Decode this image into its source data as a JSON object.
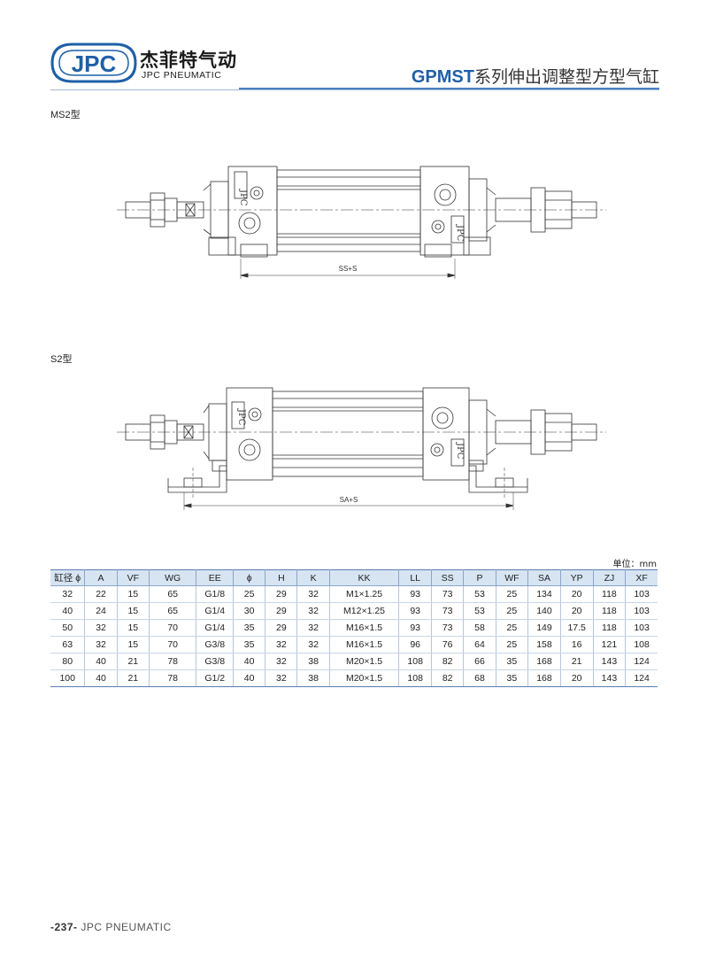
{
  "header": {
    "logo_text": "JPC",
    "brand_cn": "杰菲特气动",
    "brand_en": "JPC PNEUMATIC",
    "title_model": "GPMST",
    "title_rest": "系列伸出调整型方型气缸",
    "accent_color": "#1f5fa8"
  },
  "sections": {
    "ms2_label": "MS2型",
    "s2_label": "S2型"
  },
  "drawings": {
    "ms2_dim": "SS+S",
    "s2_dim": "SA+S",
    "mark": "JPC"
  },
  "table": {
    "unit_note": "单位：mm",
    "headers": [
      "缸径 ϕ",
      "A",
      "VF",
      "WG",
      "EE",
      "ϕ",
      "H",
      "K",
      "KK",
      "LL",
      "SS",
      "P",
      "WF",
      "SA",
      "YP",
      "ZJ",
      "XF"
    ],
    "rows": [
      [
        "32",
        "22",
        "15",
        "65",
        "G1/8",
        "25",
        "29",
        "32",
        "M1×1.25",
        "93",
        "73",
        "53",
        "25",
        "134",
        "20",
        "118",
        "103"
      ],
      [
        "40",
        "24",
        "15",
        "65",
        "G1/4",
        "30",
        "29",
        "32",
        "M12×1.25",
        "93",
        "73",
        "53",
        "25",
        "140",
        "20",
        "118",
        "103"
      ],
      [
        "50",
        "32",
        "15",
        "70",
        "G1/4",
        "35",
        "29",
        "32",
        "M16×1.5",
        "93",
        "73",
        "58",
        "25",
        "149",
        "17.5",
        "118",
        "103"
      ],
      [
        "63",
        "32",
        "15",
        "70",
        "G3/8",
        "35",
        "32",
        "32",
        "M16×1.5",
        "96",
        "76",
        "64",
        "25",
        "158",
        "16",
        "121",
        "108"
      ],
      [
        "80",
        "40",
        "21",
        "78",
        "G3/8",
        "40",
        "32",
        "38",
        "M20×1.5",
        "108",
        "82",
        "66",
        "35",
        "168",
        "21",
        "143",
        "124"
      ],
      [
        "100",
        "40",
        "21",
        "78",
        "G1/2",
        "40",
        "32",
        "38",
        "M20×1.5",
        "108",
        "82",
        "68",
        "35",
        "168",
        "20",
        "143",
        "124"
      ]
    ]
  },
  "footer": {
    "page": "-237-",
    "text": "JPC PNEUMATIC"
  }
}
